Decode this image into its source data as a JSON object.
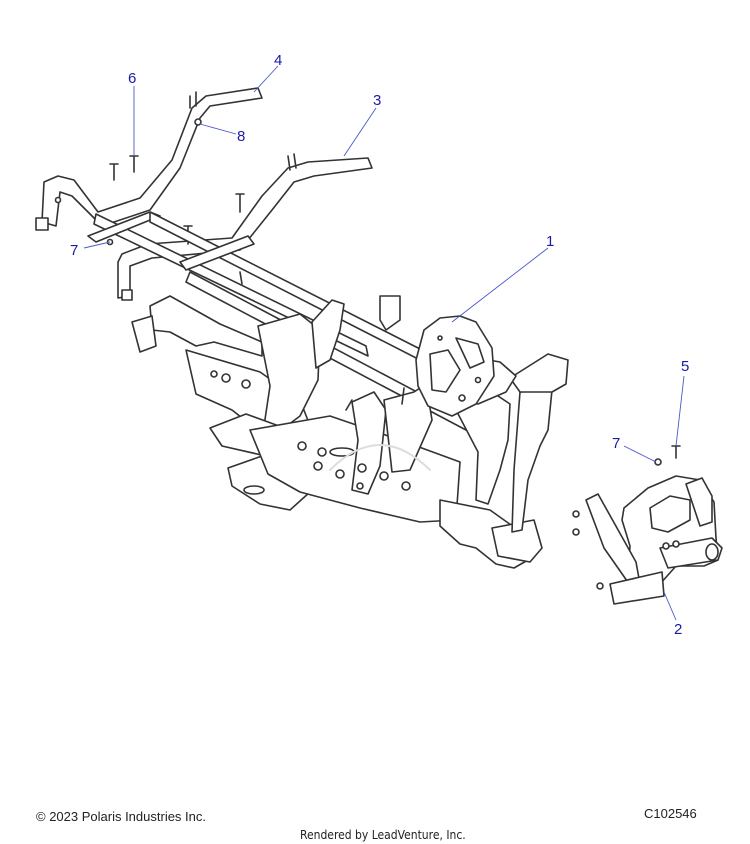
{
  "callouts": {
    "c1": "1",
    "c2": "2",
    "c3": "3",
    "c4": "4",
    "c5": "5",
    "c6": "6",
    "c7a": "7",
    "c7b": "7",
    "c8": "8"
  },
  "footer": {
    "copyright": "© 2023 Polaris Industries Inc.",
    "diagram_id": "C102546",
    "rendered_by": "Rendered by LeadVenture, Inc."
  },
  "colors": {
    "line": "#333333",
    "callout": "#1a1aa8",
    "fill": "#ffffff"
  }
}
